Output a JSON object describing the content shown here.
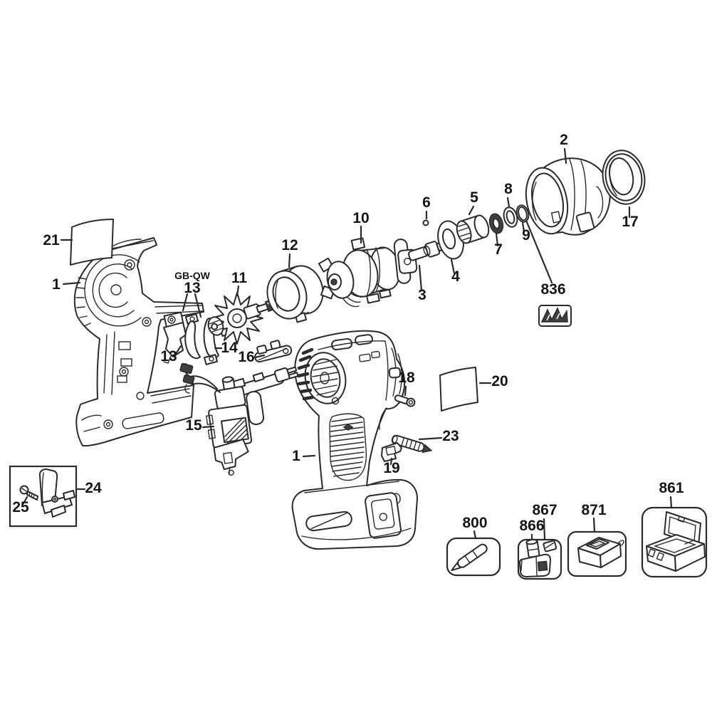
{
  "page": {
    "type": "exploded-parts-diagram",
    "background": "#ffffff"
  },
  "colors": {
    "line": "#2b2b2b",
    "dark_fill": "#3f3f3f",
    "label_text": "#161616"
  },
  "labels": {
    "p1_left": "1",
    "p1_right": "1",
    "p2": "2",
    "p3": "3",
    "p4": "4",
    "p5": "5",
    "p6": "6",
    "p7": "7",
    "p8": "8",
    "p9": "9",
    "p10": "10",
    "p11": "11",
    "p12": "12",
    "p13_upper": "13",
    "p13_lower": "13",
    "p14": "14",
    "p15": "15",
    "p16": "16",
    "p17": "17",
    "p18": "18",
    "p19": "19",
    "p20": "20",
    "p21": "21",
    "p23": "23",
    "p24": "24",
    "p25": "25",
    "p800": "800",
    "p836": "836",
    "p861": "861",
    "p866": "866",
    "p867": "867",
    "p871": "871",
    "gb_qw": "GB-QW"
  }
}
